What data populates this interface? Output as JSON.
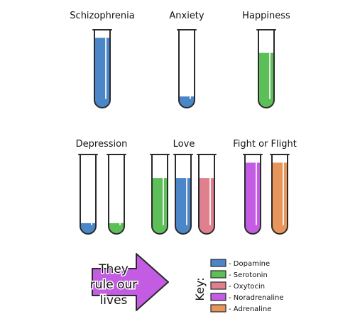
{
  "colors": {
    "dopamine": "#4a86c8",
    "serotonin": "#5cbf58",
    "oxytocin": "#e0808e",
    "noradrenaline": "#c35ce2",
    "adrenaline": "#e8955c",
    "arrow": "#c35ce2",
    "outline": "#2a2a2a"
  },
  "groups": [
    {
      "label": "Schizophrenia",
      "tubes": [
        {
          "chemical": "dopamine",
          "level": 0.93
        }
      ]
    },
    {
      "label": "Anxiety",
      "tubes": [
        {
          "chemical": "dopamine",
          "level": 0.15
        }
      ]
    },
    {
      "label": "Happiness",
      "tubes": [
        {
          "chemical": "serotonin",
          "level": 0.73
        }
      ]
    },
    {
      "label": "Depression",
      "tubes": [
        {
          "chemical": "dopamine",
          "level": 0.14
        },
        {
          "chemical": "serotonin",
          "level": 0.14
        }
      ]
    },
    {
      "label": "Love",
      "tubes": [
        {
          "chemical": "serotonin",
          "level": 0.73
        },
        {
          "chemical": "dopamine",
          "level": 0.73
        },
        {
          "chemical": "oxytocin",
          "level": 0.73
        }
      ]
    },
    {
      "label": "Fight or Flight",
      "tubes": [
        {
          "chemical": "noradrenaline",
          "level": 0.93
        },
        {
          "chemical": "adrenaline",
          "level": 0.93
        }
      ]
    }
  ],
  "arrow": {
    "lines": [
      "They",
      "rule our",
      "lives"
    ]
  },
  "key": {
    "title": "Key:",
    "items": [
      {
        "chemical": "dopamine",
        "label": "- Dopamine"
      },
      {
        "chemical": "serotonin",
        "label": "- Serotonin"
      },
      {
        "chemical": "oxytocin",
        "label": "- Oxytocin"
      },
      {
        "chemical": "noradrenaline",
        "label": "- Noradrenaline"
      },
      {
        "chemical": "adrenaline",
        "label": "- Adrenaline"
      }
    ]
  }
}
